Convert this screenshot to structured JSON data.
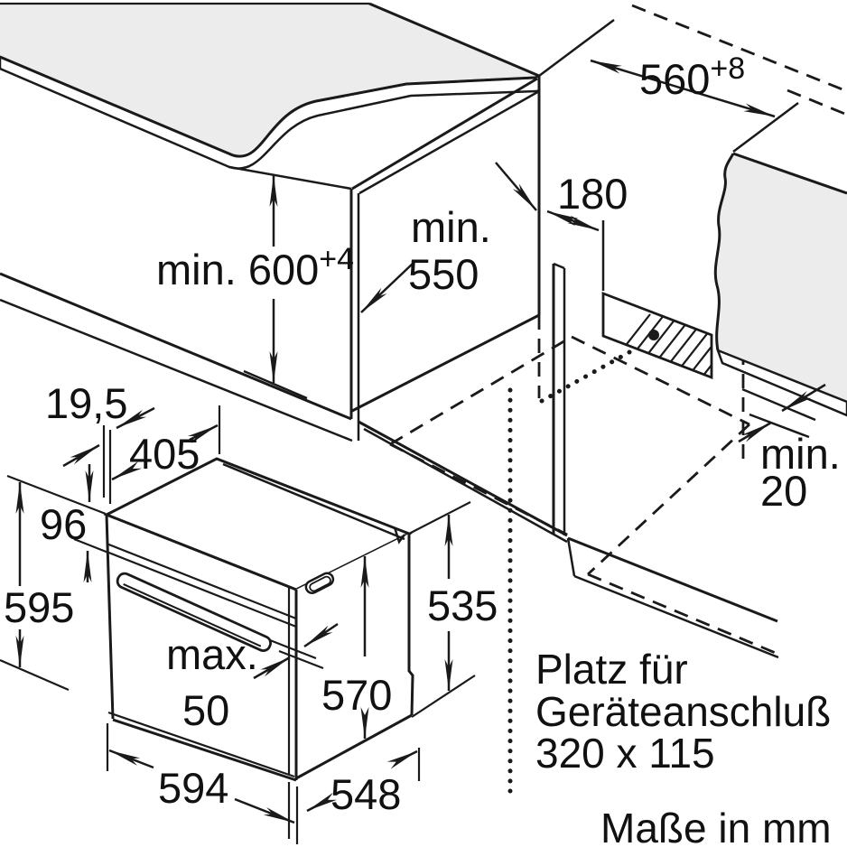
{
  "labels": {
    "niche_height_main": "min. 600",
    "niche_height_sup": "+4",
    "niche_depth_l1": "min.",
    "niche_depth_l2": "550",
    "connection_offset": "180",
    "niche_width_main": "560",
    "niche_width_sup": "+8",
    "rear_gap_l1": "min.",
    "rear_gap_l2": "20",
    "front_overlap": "19,5",
    "top_depth": "405",
    "panel_height": "96",
    "front_height": "595",
    "handle_depth_l1": "max.",
    "handle_depth_l2": "50",
    "body_height": "570",
    "rear_height": "535",
    "front_width": "594",
    "body_depth": "548",
    "note_l1": "Platz für",
    "note_l2": "Geräteanschluß",
    "note_l3": "320 x 115",
    "units_note": "Maße in mm"
  },
  "colors": {
    "surface": "#ececec",
    "edge_strip": "#c9c9c9",
    "line": "#1a1a1a"
  }
}
